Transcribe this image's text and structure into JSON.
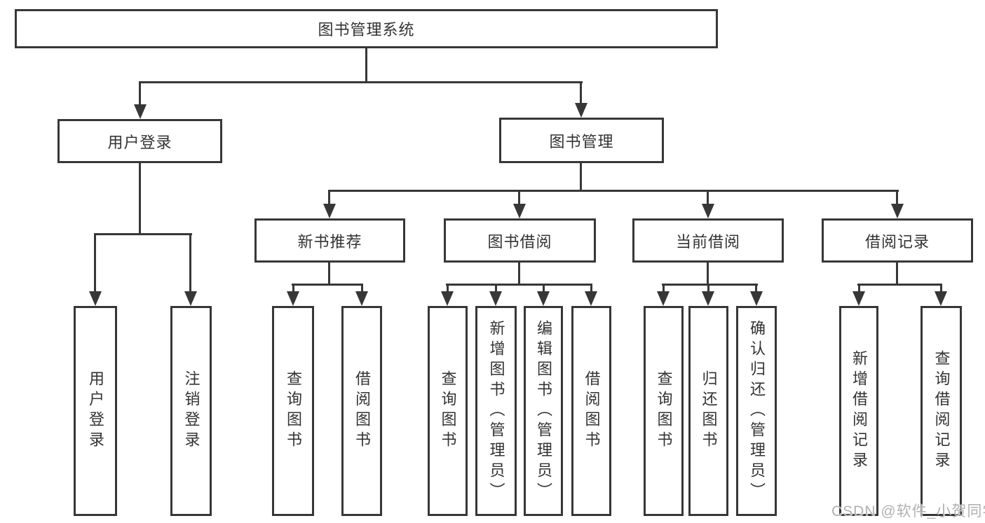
{
  "diagram": {
    "root": {
      "label": "图书管理系统"
    },
    "level2": {
      "user_login": {
        "label": "用户登录"
      },
      "book_management": {
        "label": "图书管理"
      }
    },
    "level3": {
      "new_book_recommend": {
        "label": "新书推荐"
      },
      "book_borrow": {
        "label": "图书借阅"
      },
      "current_borrow": {
        "label": "当前借阅"
      },
      "borrow_record": {
        "label": "借阅记录"
      }
    },
    "leaves": {
      "user_login_leaf": {
        "label": "用户登录"
      },
      "logout": {
        "label": "注销登录"
      },
      "rec_query_book": {
        "label": "查询图书"
      },
      "rec_borrow_book": {
        "label": "借阅图书"
      },
      "borrow_query_book": {
        "label": "查询图书"
      },
      "borrow_add_book": {
        "label": "新增图书（管理员）"
      },
      "borrow_edit_book": {
        "label": "编辑图书（管理员）"
      },
      "borrow_borrow_book": {
        "label": "借阅图书"
      },
      "current_query_book": {
        "label": "查询图书"
      },
      "current_return_book": {
        "label": "归还图书"
      },
      "current_confirm_return": {
        "label": "确认归还（管理员）"
      },
      "record_add_record": {
        "label": "新增借阅记录"
      },
      "record_query_record": {
        "label": "查询借阅记录"
      }
    },
    "watermark": "CSDN @软件_小贺同学",
    "colors": {
      "line": "#373737",
      "text": "#333333",
      "background": "#ffffff",
      "watermark": "#b0b0b0"
    }
  }
}
